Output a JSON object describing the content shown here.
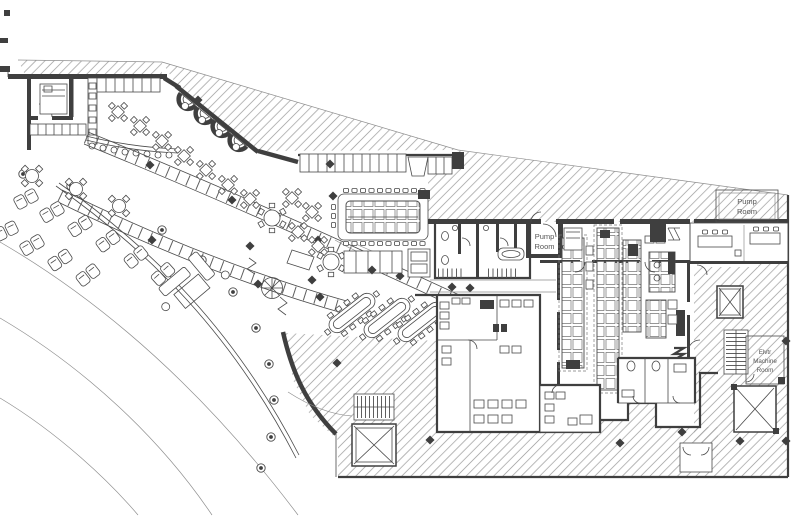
{
  "labels": {
    "pump_room_center": {
      "line1": "Pump",
      "line2": "Room"
    },
    "pump_room_top": {
      "line1": "Pump",
      "line2": "Room"
    },
    "elevator_machine_room": {
      "line1": "Elvtr",
      "line2": "Machine",
      "line3": "Room"
    }
  },
  "colors": {
    "background": "#ffffff",
    "linework": "#4a4a4a",
    "walls_dark": "#3f3f3f",
    "hatch": "#979797",
    "label_text": "#555555"
  }
}
